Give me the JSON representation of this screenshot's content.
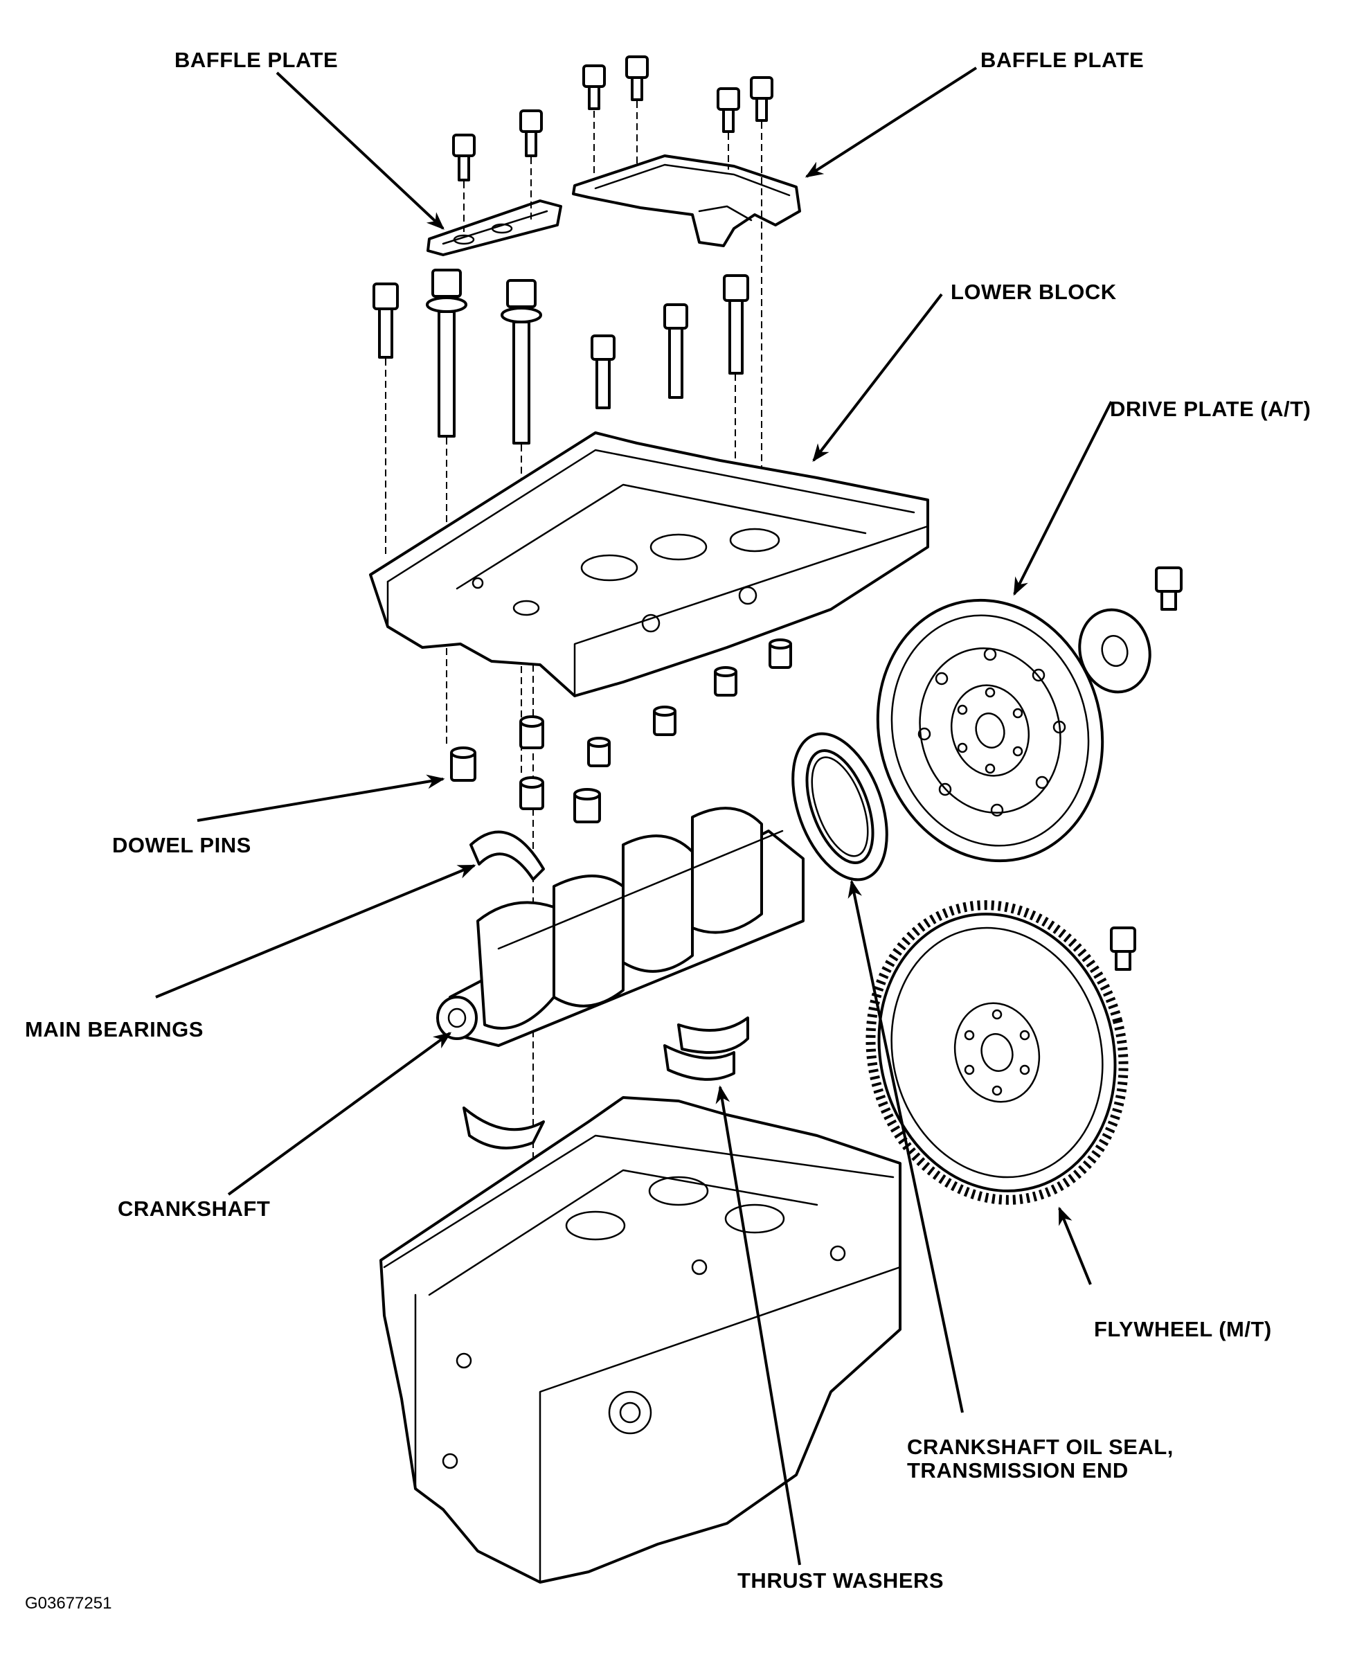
{
  "labels": {
    "baffle_plate_left": "BAFFLE PLATE",
    "baffle_plate_right": "BAFFLE PLATE",
    "lower_block": "LOWER BLOCK",
    "drive_plate": "DRIVE PLATE (A/T)",
    "dowel_pins": "DOWEL PINS",
    "main_bearings": "MAIN BEARINGS",
    "crankshaft": "CRANKSHAFT",
    "flywheel": "FLYWHEEL (M/T)",
    "oil_seal_line1": "CRANKSHAFT OIL SEAL,",
    "oil_seal_line2": "TRANSMISSION END",
    "thrust_washers": "THRUST WASHERS"
  },
  "figure_id": "G03677251"
}
